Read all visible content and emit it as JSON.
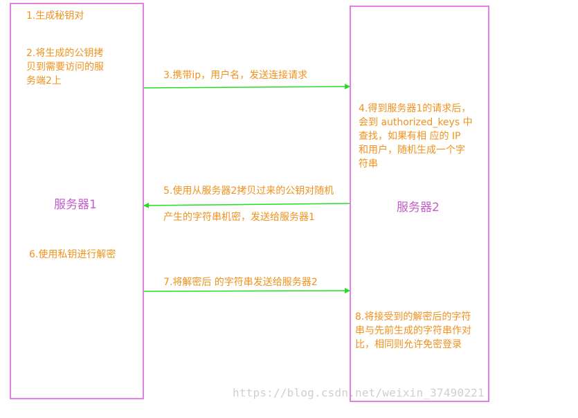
{
  "servers": {
    "server1": "服务器1",
    "server2": "服务器2"
  },
  "steps": {
    "s1": "1.生成秘钥对",
    "s2": "2.将生成的公钥拷\n贝到需要访问的服\n务端2上",
    "s3": "3.携带ip，用户名，发送连接请求",
    "s4": "4.得到服务器1的请求后，\n会到 authorized_keys 中\n查找，如果有相 应的 IP\n和用户，随机生成一个字\n符串",
    "s5_line1": "5.使用从服务器2拷贝过来的公钥对随机",
    "s5_line2": "产生的字符串机密，发送给服务器1",
    "s6": "6.使用私钥进行解密",
    "s7": "7.将解密后 的字符串发送给服务器2",
    "s8": "8.将接受到的解密后的字符\n串与先前生成的字符串作对\n比，相同则允许免密登录"
  },
  "watermark": "https://blog.csdn.net/weixin_37490221",
  "colors": {
    "box_border": "#e27ee6",
    "step_text": "#f0911c",
    "server_label": "#c25ccc",
    "arrow": "#22dd22"
  }
}
